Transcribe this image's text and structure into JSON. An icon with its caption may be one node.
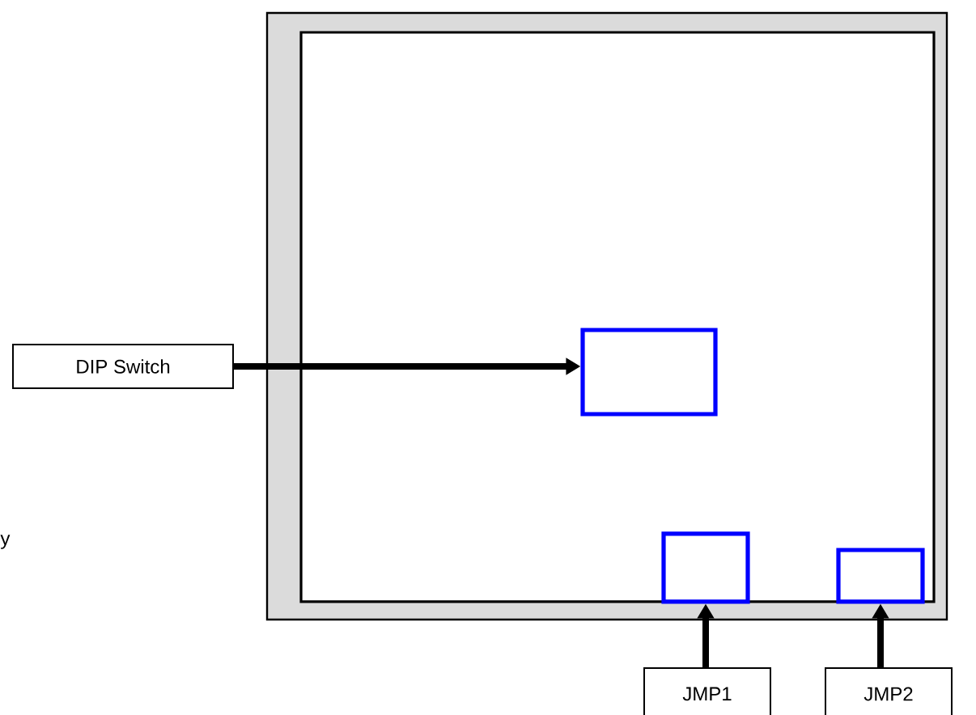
{
  "diagram": {
    "nodes": [
      {
        "text": [],
        "shape": "box"
      },
      {
        "text": [],
        "shape": "box",
        "in": 0
      },
      {
        "text": [],
        "shape": "box",
        "in": 1
      },
      {
        "text": [],
        "shape": "box",
        "in": 1
      },
      {
        "text": [],
        "shape": "box",
        "in": 1
      },
      {
        "text": [
          "DIP Switch"
        ]
      },
      {
        "text": [
          "JMP1"
        ]
      },
      {
        "text": [
          "JMP2"
        ]
      }
    ],
    "edges": [
      {
        "from": 5,
        "to": 2,
        "arrow": "to"
      },
      {
        "from": 6,
        "to": 3,
        "arrow": "to"
      },
      {
        "from": 7,
        "to": 4,
        "arrow": "to"
      }
    ],
    "labels": [
      "y"
    ]
  }
}
